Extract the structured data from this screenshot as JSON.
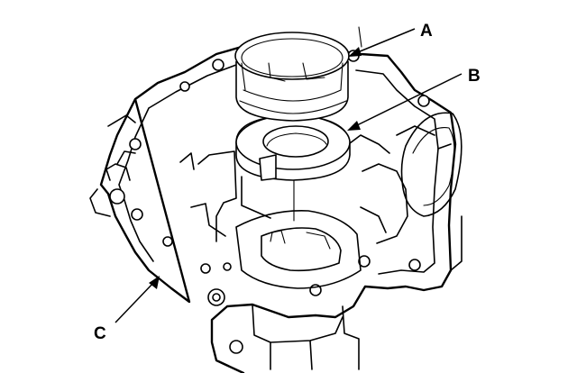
{
  "callouts": {
    "a": {
      "label": "A",
      "part": "bearing-race"
    },
    "b": {
      "label": "B",
      "part": "thrust-shim"
    },
    "c": {
      "label": "C",
      "part": "transmission-housing"
    }
  },
  "colors": {
    "ink": "#000000",
    "paper": "#ffffff"
  }
}
